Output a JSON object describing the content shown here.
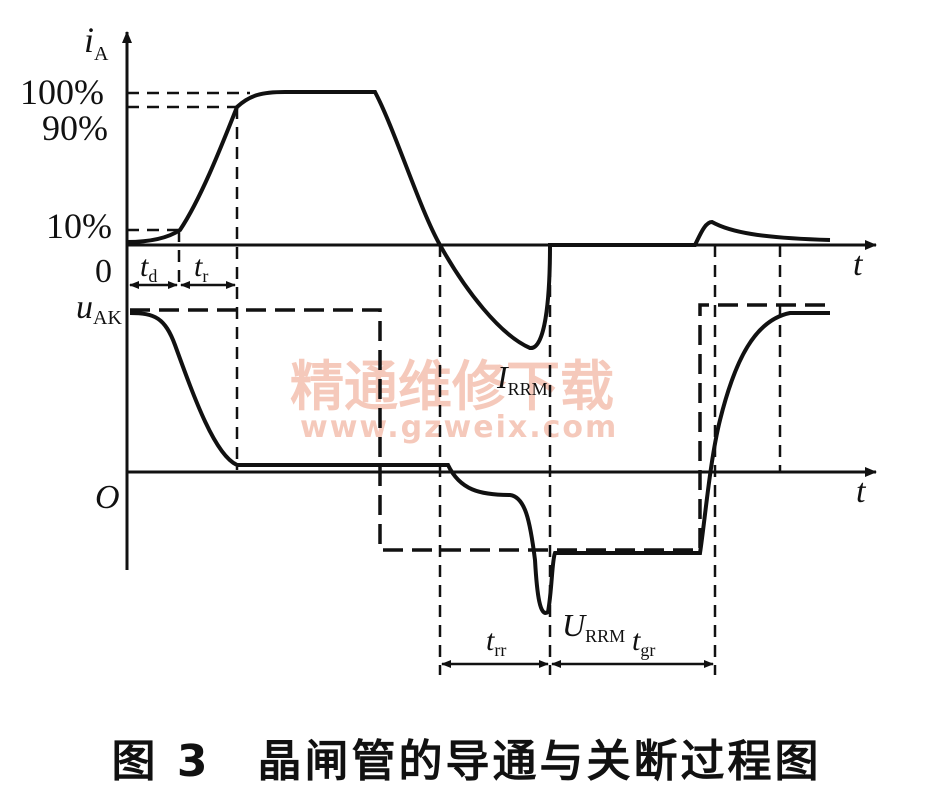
{
  "axes": {
    "current_y_label": "i",
    "current_y_label_sub": "A",
    "voltage_y_label": "u",
    "voltage_y_label_sub": "AK",
    "time_label_top": "t",
    "time_label_bottom": "t",
    "origin_top": "0",
    "origin_bottom": "O"
  },
  "levels": {
    "p100": "100%",
    "p90": "90%",
    "p10": "10%"
  },
  "intervals": {
    "td": "t",
    "td_sub": "d",
    "tr": "t",
    "tr_sub": "r",
    "trr": "t",
    "trr_sub": "rr",
    "tgr": "t",
    "tgr_sub": "gr"
  },
  "annotations": {
    "irrm": "I",
    "irrm_sub": "RRM",
    "urrm": "U",
    "urrm_sub": "RRM"
  },
  "watermark": {
    "text_cn": "精通维修下载",
    "text_url": "www.gzweix.com"
  },
  "caption": "图 3　晶闸管的导通与关断过程图",
  "colors": {
    "ink": "#111111",
    "watermark": "#f2b8a5"
  }
}
